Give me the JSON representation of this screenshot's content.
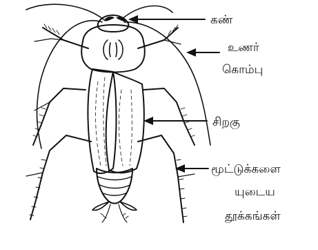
{
  "labels": {
    "eye": "கண்",
    "antenna_line1": "உணர்",
    "antenna_line2": "கொம்பு",
    "wing": "சிறகு",
    "legs_line1": "மூட்டுக்களை",
    "legs_line2": "யுடைய",
    "legs_line3": "தூக்கங்கள்"
  }
}
